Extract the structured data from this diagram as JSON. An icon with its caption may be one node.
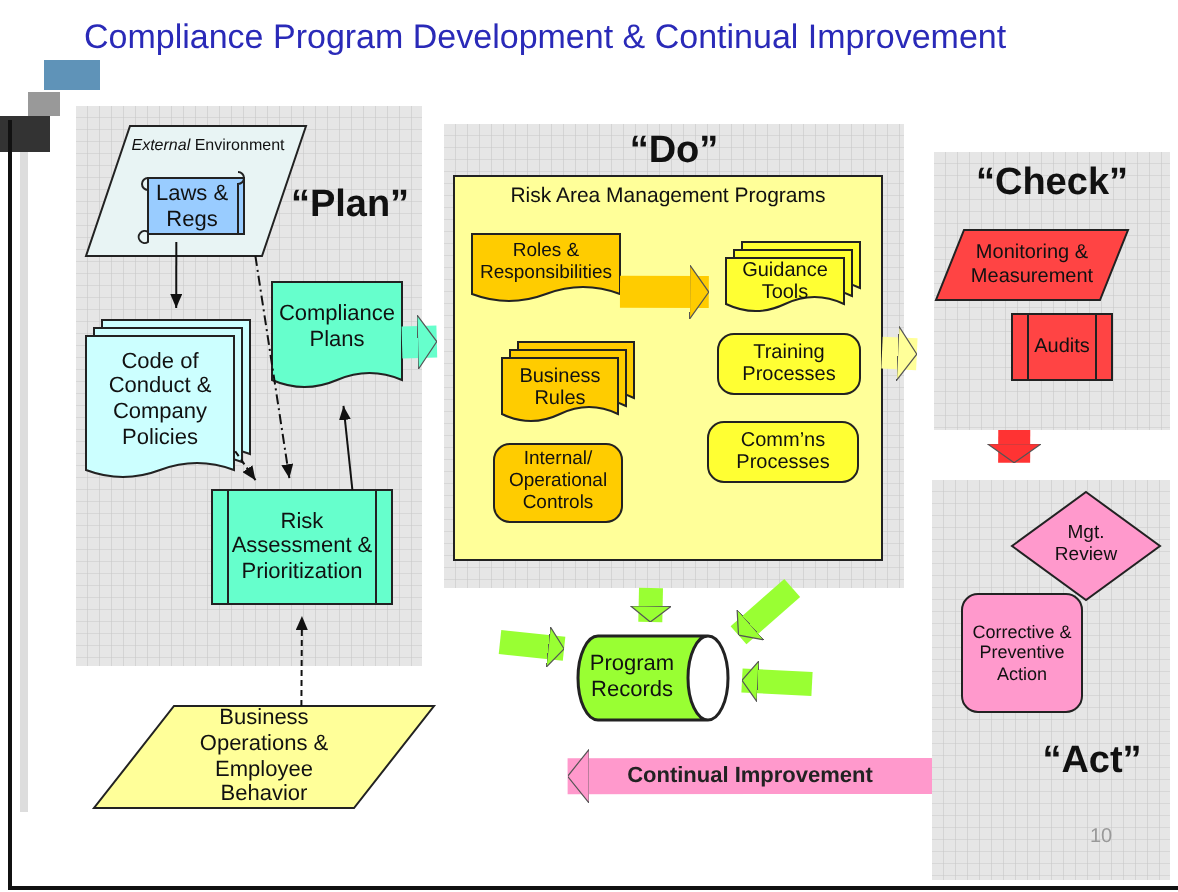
{
  "diagram": {
    "title": "Compliance Program Development & Continual Improvement",
    "nodes": [
      {
        "text": [
          "“Plan”"
        ]
      },
      {
        "text": [
          "*External* Environment"
        ],
        "in": 0
      },
      {
        "text": [
          "Laws & Regs"
        ],
        "in": 1
      },
      {
        "text": [
          "Code of Conduct & Company Policies"
        ],
        "in": 0
      },
      {
        "text": [
          "Compliance Plans"
        ],
        "in": 0
      },
      {
        "text": [
          "Risk Assessment & Prioritization"
        ],
        "in": 0
      },
      {
        "text": [
          "“Do”"
        ]
      },
      {
        "text": [
          "Risk Area Management Programs"
        ],
        "in": 6
      },
      {
        "text": [
          "Roles & Responsibilities"
        ],
        "in": 7
      },
      {
        "text": [
          "Business Rules"
        ],
        "in": 7
      },
      {
        "text": [
          "Internal/ Operational Controls"
        ],
        "in": 7
      },
      {
        "text": [
          "Guidance Tools"
        ],
        "in": 7
      },
      {
        "text": [
          "Training Processes"
        ],
        "in": 7
      },
      {
        "text": [
          "Comm’ns Processes"
        ],
        "in": 7
      },
      {
        "text": [
          "“Check”"
        ]
      },
      {
        "text": [
          "Monitoring & Measurement"
        ],
        "in": 14
      },
      {
        "text": [
          "Audits"
        ],
        "in": 14
      },
      {
        "text": [
          "“Act”"
        ]
      },
      {
        "text": [
          "Mgt. Review"
        ],
        "in": 17
      },
      {
        "text": [
          "Corrective & Preventive Action"
        ],
        "in": 17
      },
      {
        "text": [
          "Business Operations & Employee Behavior"
        ]
      },
      {
        "text": [
          "Program Records"
        ]
      }
    ],
    "edges": [
      {
        "from": 2,
        "to": 3,
        "arrow": "to"
      },
      {
        "from": 1,
        "to": 5,
        "arrow": "to",
        "style": "dashed"
      },
      {
        "from": 3,
        "to": 5,
        "arrow": "to",
        "style": "dashed"
      },
      {
        "from": 5,
        "to": 4,
        "arrow": "to"
      },
      {
        "from": 20,
        "to": 5,
        "arrow": "to",
        "style": "dashed"
      },
      {
        "from": 4,
        "to": 7,
        "arrow": "to",
        "color": "#66ffcc"
      },
      {
        "from": 8,
        "to": 11,
        "arrow": "to",
        "color": "#ffcc00"
      },
      {
        "from": 7,
        "to": 14,
        "arrow": "to",
        "color": "#ffff99"
      },
      {
        "from": 14,
        "to": 17,
        "arrow": "to",
        "color": "#ff3333"
      },
      {
        "from": 6,
        "to": 21,
        "arrow": "to",
        "color": "#99ff33"
      },
      {
        "from": null,
        "to": 21,
        "arrow": "to",
        "color": "#99ff33"
      },
      {
        "from": 6,
        "to": 21,
        "arrow": "to",
        "color": "#99ff33"
      },
      {
        "from": null,
        "to": 21,
        "arrow": "to",
        "color": "#99ff33"
      },
      {
        "from": 17,
        "to": 21,
        "arrow": "to",
        "color": "#ff99cc",
        "label": "Continual Improvement"
      }
    ],
    "labels": [
      "10"
    ]
  }
}
